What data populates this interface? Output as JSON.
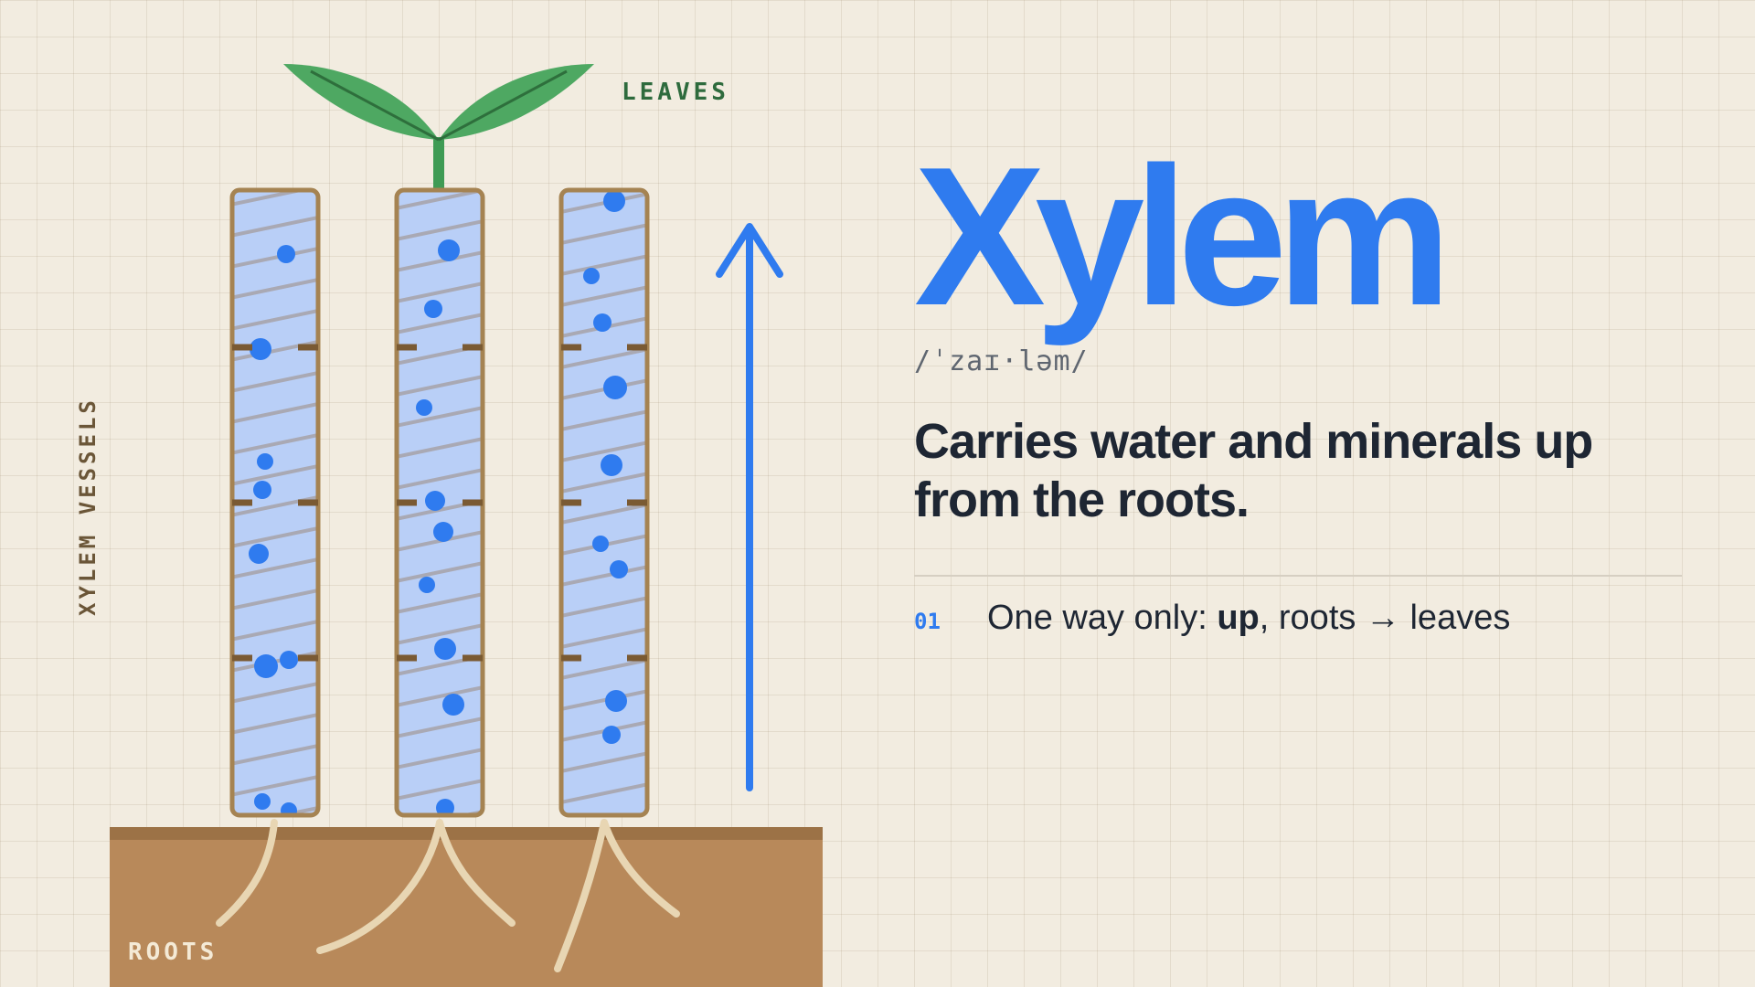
{
  "diagram": {
    "labels": {
      "leaves": "LEAVES",
      "vessels": "XYLEM VESSELS",
      "roots": "ROOTS"
    },
    "colors": {
      "leaf": "#4ea862",
      "leaf_vein": "#2e6f3c",
      "stem": "#3f9b54",
      "vessel_fill": "#b9cff7",
      "vessel_border": "#a58352",
      "vessel_stripe": "#a9a9b4",
      "vessel_joint": "#7a5a33",
      "water_dot": "#2f7bef",
      "soil": "#b8895a",
      "soil_top": "#9c7246",
      "root": "#e8d6b3",
      "arrow": "#2f7bef",
      "label_leaves": "#2e6b3d",
      "label_side": "#6b5638",
      "label_roots": "#f4ead6"
    },
    "flow_direction": "up"
  },
  "panel": {
    "term": "Xylem",
    "pronunciation": "/ˈzaɪ·ləm/",
    "definition": "Carries water and minerals up from the roots.",
    "points": [
      {
        "number": "01",
        "before": "One way only: ",
        "emphasis": "up",
        "after": ", roots → leaves"
      }
    ],
    "colors": {
      "term": "#2f7bef",
      "text": "#1e2633",
      "muted": "#5f6670",
      "divider": "#d6cfc2"
    }
  }
}
